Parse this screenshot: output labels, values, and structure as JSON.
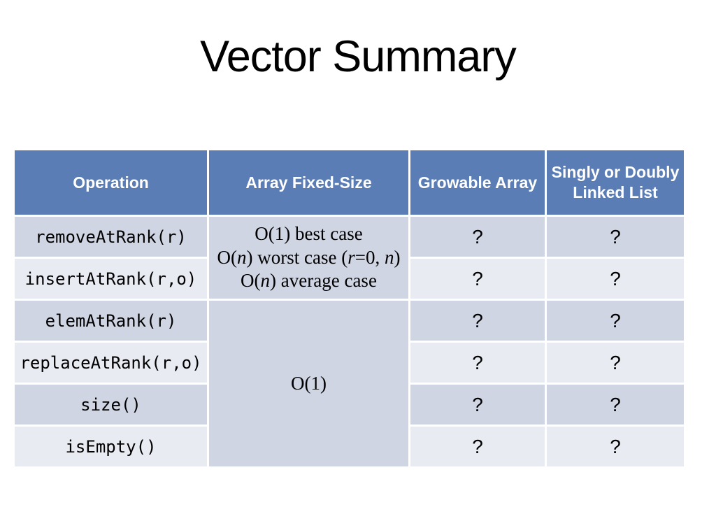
{
  "title": "Vector Summary",
  "colors": {
    "slide-bg": "#ffffff",
    "text-color": "#000000",
    "header-bg": "#5b7db5",
    "header-text": "#ffffff",
    "band-dark": "#cfd5e3",
    "band-light": "#e9ebf3"
  },
  "table": {
    "headers": [
      {
        "lines": [
          "Operation"
        ]
      },
      {
        "lines": [
          "Array Fixed-Size"
        ]
      },
      {
        "lines": [
          "Growable Array"
        ]
      },
      {
        "lines": [
          "Singly or Doubly",
          "Linked List"
        ]
      }
    ],
    "operations": [
      "removeAtRank(r)",
      "insertAtRank(r,o)",
      "elemAtRank(r)",
      "replaceAtRank(r,o)",
      "size()",
      "isEmpty()"
    ],
    "fixed_size": {
      "merged_top": {
        "lines": [
          "O(1) best case",
          "O(*n*) worst case (*r*=0, *n*)",
          "O(*n*) average case"
        ]
      },
      "merged_bottom": {
        "lines": [
          "O(1)"
        ]
      }
    },
    "growable": [
      "?",
      "?",
      "?",
      "?",
      "?",
      "?"
    ],
    "linked_list": [
      "?",
      "?",
      "?",
      "?",
      "?",
      "?"
    ]
  }
}
